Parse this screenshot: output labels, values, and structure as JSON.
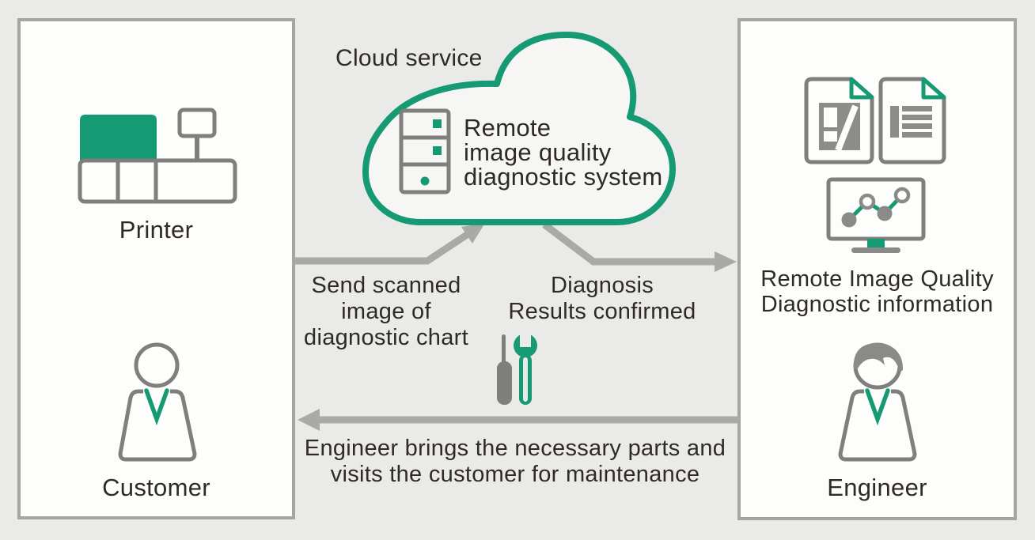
{
  "colors": {
    "brand_green": "#169a73",
    "icon_gray": "#7f7f7d",
    "doc_gray": "#8c8c8a",
    "arrow_gray": "#a9a9a7",
    "text": "#2f2a26",
    "panel_border": "#a5a5a3",
    "panel_bg": "#fdfdfc",
    "canvas_bg": "#eaeae8",
    "cloud_bg": "#f6f6f4"
  },
  "cloud": {
    "label": "Cloud service",
    "system_lines": [
      "Remote",
      "image quality",
      "diagnostic system"
    ]
  },
  "left_panel": {
    "printer_label": "Printer",
    "customer_label": "Customer"
  },
  "right_panel": {
    "info_lines": [
      "Remote Image Quality",
      "Diagnostic information"
    ],
    "engineer_label": "Engineer"
  },
  "flows": {
    "send_lines": [
      "Send scanned",
      "image of",
      "diagnostic chart"
    ],
    "diagnosis_lines": [
      "Diagnosis",
      "Results confirmed"
    ],
    "maintenance_lines": [
      "Engineer brings the necessary parts and",
      "visits the customer for maintenance"
    ]
  },
  "icons": {
    "printer": "printer-icon",
    "customer": "person-icon",
    "engineer": "person-with-hair-icon",
    "cloud": "cloud-shape",
    "server": "server-icon",
    "documents": [
      "image-report-doc-icon",
      "table-report-doc-icon"
    ],
    "chart_monitor": "chart-monitor-icon",
    "tools": [
      "screwdriver-icon",
      "wrench-icon"
    ],
    "arrows": [
      "send-arrow-up-right",
      "diagnosis-arrow-right",
      "maintenance-arrow-left"
    ]
  }
}
